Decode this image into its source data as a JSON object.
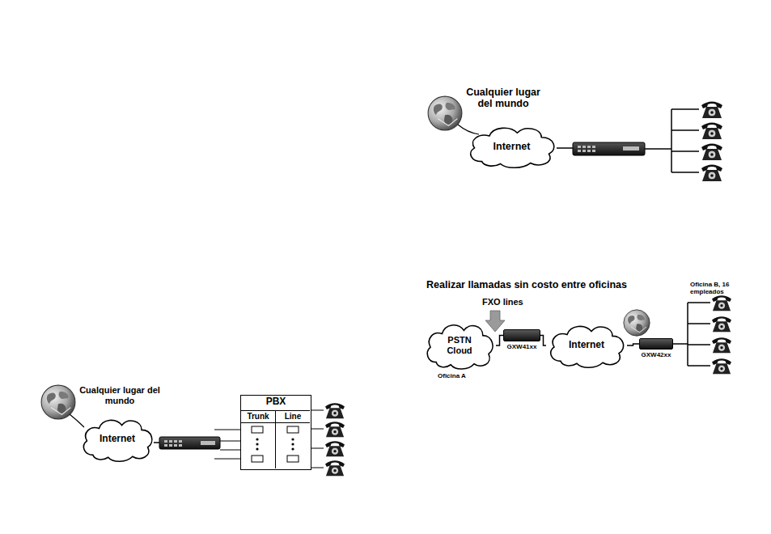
{
  "diagram": {
    "title": "Realizar llamadas sin costo entre oficinas",
    "nodes": [
      {
        "text": [
          "Internet"
        ]
      },
      {
        "text": [
          "PSTN Cloud"
        ]
      },
      {
        "text": [
          "GXW41xx"
        ]
      },
      {
        "text": [
          "Internet"
        ]
      },
      {
        "text": [
          "GXW42xx"
        ]
      },
      {
        "text": [
          "Internet"
        ]
      },
      {
        "text": [
          "PBX"
        ]
      },
      {
        "text": [
          "Trunk"
        ],
        "in": 6
      },
      {
        "text": [
          "Line"
        ],
        "in": 6
      }
    ],
    "edges": [
      {
        "from": 1,
        "to": 2,
        "arrow": "none"
      },
      {
        "from": 2,
        "to": 3,
        "arrow": "none"
      },
      {
        "from": 3,
        "to": 4,
        "arrow": "none"
      }
    ],
    "labels": [
      "Cualquier lugar del mundo",
      "FXO lines",
      "Oficina A",
      "Oficina B, 16 empleados",
      "Cualquier lugar del mundo"
    ]
  }
}
